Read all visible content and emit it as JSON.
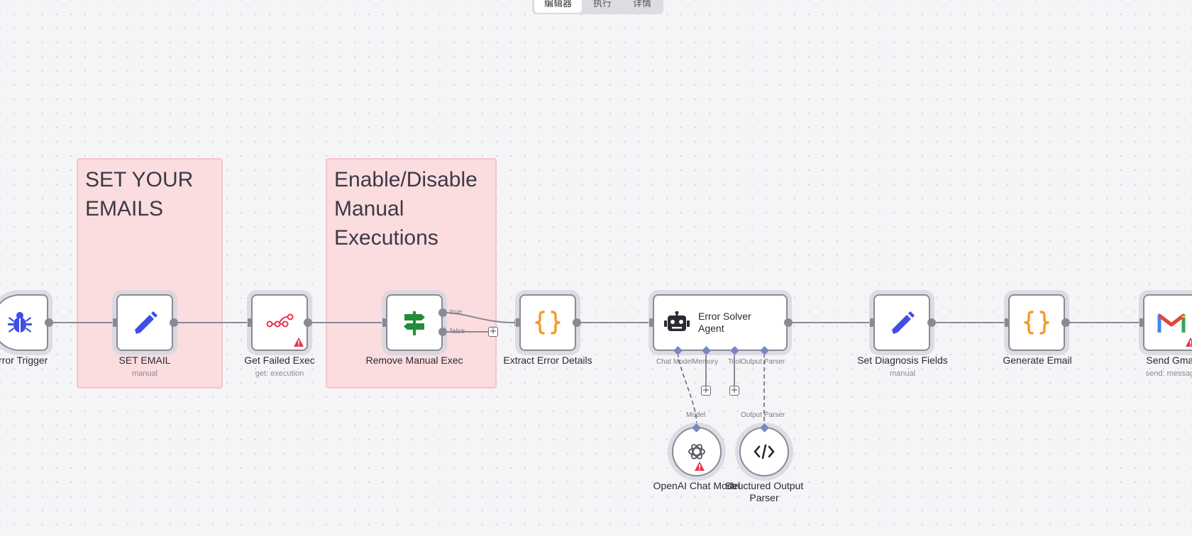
{
  "tabs": [
    {
      "label": "编辑器",
      "active": true
    },
    {
      "label": "执行",
      "active": false
    },
    {
      "label": "详情",
      "active": false
    }
  ],
  "stickies": [
    {
      "text": "SET YOUR\nEMAILS"
    },
    {
      "text": "Enable/Disable\nManual\nExecutions"
    }
  ],
  "nodes": {
    "error_trigger": {
      "label": "Error Trigger",
      "icon": "bug-icon"
    },
    "set_email": {
      "label": "SET EMAIL",
      "sub": "manual",
      "icon": "pencil-icon"
    },
    "get_failed_exec": {
      "label": "Get Failed Exec",
      "sub": "get: execution",
      "icon": "n8n-icon",
      "warning": true
    },
    "remove_manual_exec": {
      "label": "Remove Manual Exec",
      "icon": "signpost-icon",
      "outputs": [
        "true",
        "false"
      ]
    },
    "extract_error_details": {
      "label": "Extract Error Details",
      "icon": "code-braces-icon"
    },
    "error_solver_agent": {
      "label": "Error Solver Agent",
      "icon": "robot-icon",
      "ports": [
        "Chat Model",
        "Memory",
        "Tool",
        "Output Parser"
      ]
    },
    "set_diagnosis_fields": {
      "label": "Set Diagnosis Fields",
      "sub": "manual",
      "icon": "pencil-icon"
    },
    "generate_email": {
      "label": "Generate Email",
      "icon": "code-braces-icon"
    },
    "send_gmail": {
      "label": "Send Gmail",
      "sub": "send: message",
      "icon": "gmail-icon",
      "warning": true
    },
    "openai_chat_model": {
      "label": "OpenAI Chat Model",
      "port": "Model",
      "icon": "openai-icon",
      "warning": true
    },
    "structured_output_parser": {
      "label": "Structured Output Parser",
      "port": "Output Parser",
      "icon": "code-tag-icon"
    }
  },
  "colors": {
    "sticky_bg": "#fbdcdf",
    "node_border": "#8a8a94",
    "port_diamond": "#7a86bf",
    "warning": "#e8334a",
    "trigger_icon": "#3f4ee6",
    "pencil_icon": "#3f4ee6",
    "code_icon": "#f59a23",
    "if_icon": "#1f8f3a"
  }
}
